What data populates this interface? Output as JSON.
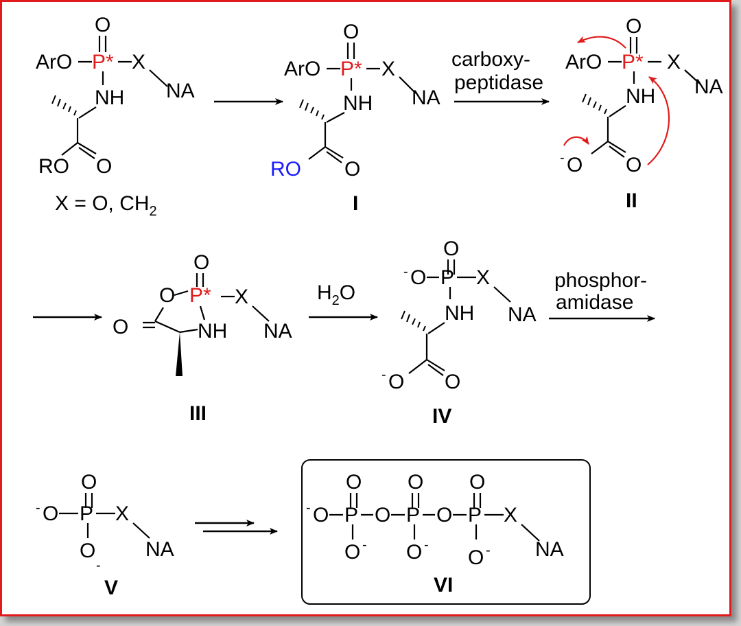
{
  "labels": {
    "ester_ro": "RO",
    "x_definition": "X = O, CH",
    "x_definition_sub": "2",
    "compound_I": "I",
    "compound_II": "II",
    "compound_III": "III",
    "compound_IV": "IV",
    "compound_V": "V",
    "compound_VI": "VI"
  },
  "reagents": {
    "carboxypeptidase_line1": "carboxy-",
    "carboxypeptidase_line2": "peptidase",
    "water": "H",
    "water_sub": "2",
    "water_o": "O",
    "phosphoramidase_line1": "phosphor-",
    "phosphoramidase_line2": "amidase"
  },
  "colors": {
    "frame": "#e11b1b",
    "phosphorus_highlight": "#e11b1b",
    "ro_highlight": "#1a1aff",
    "arrow_mechanism": "#e11b1b"
  }
}
